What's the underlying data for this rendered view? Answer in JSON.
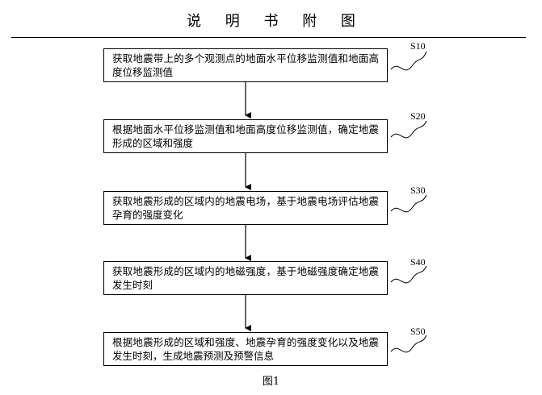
{
  "header": {
    "title": "说 明 书 附 图"
  },
  "steps": [
    {
      "label": "S10",
      "text": "获取地震带上的多个观测点的地面水平位移监测值和地面高度位移监测值"
    },
    {
      "label": "S20",
      "text": "根据地面水平位移监测值和地面高度位移监测值，确定地震形成的区域和强度"
    },
    {
      "label": "S30",
      "text": "获取地震形成的区域内的地震电场，基于地震电场评估地震孕育的强度变化"
    },
    {
      "label": "S40",
      "text": "获取地震形成的区域内的地磁强度，基于地磁强度确定地震发生时刻"
    },
    {
      "label": "S50",
      "text": "根据地震形成的区域和强度、地震孕育的强度变化以及地震发生时刻，生成地震预测及预警信息"
    }
  ],
  "figure": {
    "caption": "图1"
  }
}
